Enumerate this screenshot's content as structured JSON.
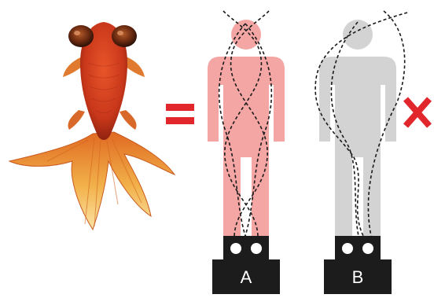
{
  "figure": {
    "equals_symbol": "=",
    "x_symbol": "X",
    "pedestal_a_label": "A",
    "pedestal_b_label": "B"
  },
  "colors": {
    "accent_red": "#e1262c",
    "figure_a": "#f4a6a4",
    "figure_b": "#d3d3d3",
    "pedestal": "#1c1c1c",
    "goldfish_body": "#c8371a",
    "goldfish_tail": "#f2b14a"
  },
  "icons": [
    "goldfish-illustration",
    "human-silhouette-a",
    "human-silhouette-b",
    "dashed-symmetry-curves"
  ]
}
